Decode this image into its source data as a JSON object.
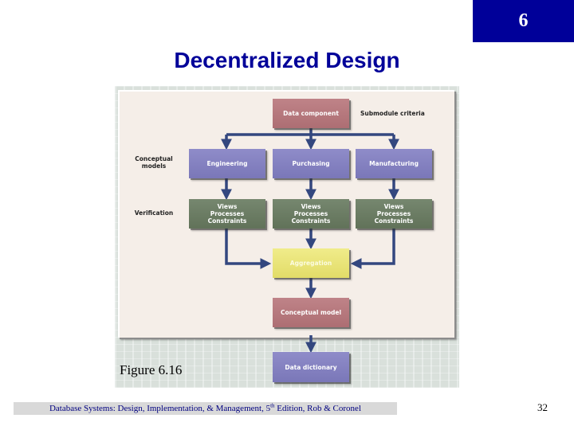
{
  "chapter": {
    "number": "6",
    "bg_color": "#000099"
  },
  "slide": {
    "title": "Decentralized Design",
    "title_color": "#000099",
    "page_number": "32"
  },
  "figure": {
    "caption": "Figure 6.16",
    "labels": {
      "submodule_criteria": "Submodule criteria",
      "conceptual_models_line1": "Conceptual",
      "conceptual_models_line2": "models",
      "verification": "Verification"
    },
    "nodes": {
      "data_component": "Data component",
      "engineering": "Engineering",
      "purchasing": "Purchasing",
      "manufacturing": "Manufacturing",
      "verify": {
        "line1": "Views",
        "line2": "Processes",
        "line3": "Constraints"
      },
      "aggregation": "Aggregation",
      "conceptual_model": "Conceptual model",
      "data_dictionary": "Data dictionary"
    },
    "colors": {
      "arrow": "#33477f",
      "red_box": "#b5777c",
      "purple_box": "#8582c1",
      "green_box": "#6b7c64",
      "yellow_box": "#e9e478",
      "panel": "#f5eee8"
    }
  },
  "footer": {
    "text_before_sup": "Database Systems: Design, Implementation, & Management, 5",
    "sup": "th",
    "text_after_sup": " Edition, Rob & Coronel"
  }
}
